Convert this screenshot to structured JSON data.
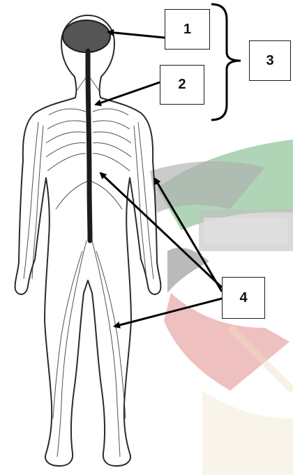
{
  "labels": [
    {
      "id": "1",
      "text": "1",
      "points_to": "brain"
    },
    {
      "id": "2",
      "text": "2",
      "points_to": "spinal-cord"
    },
    {
      "id": "3",
      "text": "3",
      "points_to": "brain-and-spinal-cord-bracket"
    },
    {
      "id": "4",
      "text": "4",
      "points_to": [
        "trunk-nerves",
        "arm-nerves",
        "leg-nerves"
      ]
    }
  ],
  "colors": {
    "outline": "#2b2b2b",
    "spinal_cord": "#1c1c1c",
    "brain": "#555555",
    "arrow": "#000000",
    "watermark_green": "#3f9a4e",
    "watermark_red": "#c9302c",
    "watermark_gray": "#8a8a8a",
    "watermark_tan": "#e2c98f"
  },
  "watermark": "university-seal-watermark"
}
